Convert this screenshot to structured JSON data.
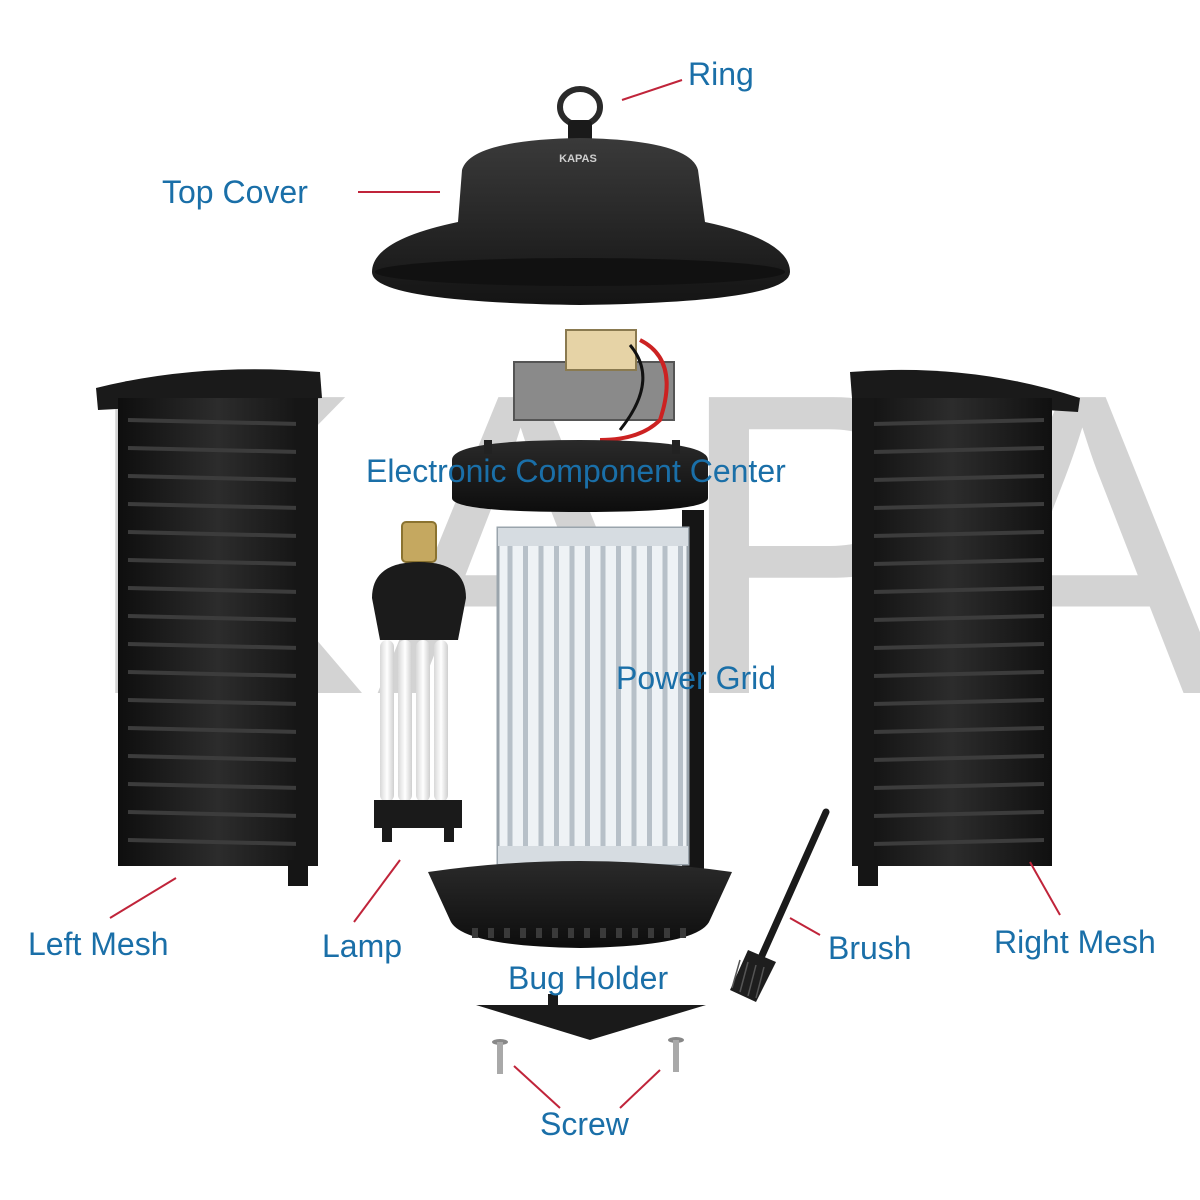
{
  "labels": {
    "ring": "Ring",
    "top_cover": "Top Cover",
    "electronic_center": "Electronic Component Center",
    "power_grid": "Power Grid",
    "left_mesh": "Left Mesh",
    "lamp": "Lamp",
    "bug_holder": "Bug Holder",
    "brush": "Brush",
    "right_mesh": "Right Mesh",
    "screw": "Screw"
  },
  "logos": {
    "cover_brand": "KAPAS",
    "watermark": "KAPAS"
  },
  "colors": {
    "label_text": "#1a6fa8",
    "leader_line": "#c0243a",
    "plastic_black": "#1c1c1c",
    "grid_silver": "#c9d0d6",
    "watermark": "#9e9e9e"
  }
}
